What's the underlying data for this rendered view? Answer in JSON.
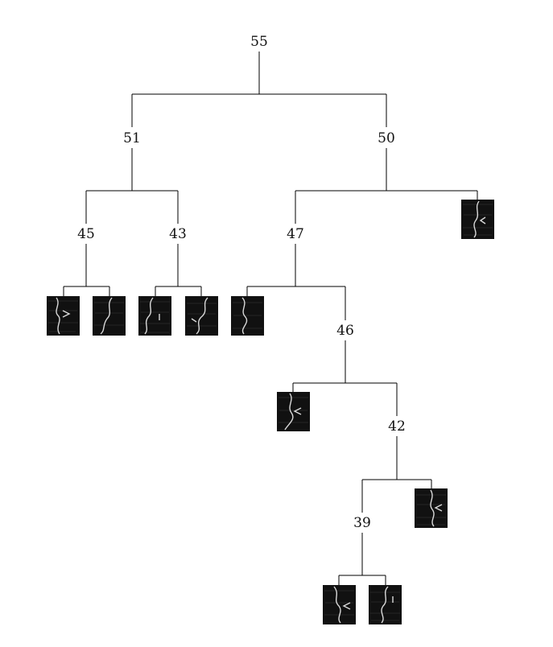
{
  "tree": {
    "id": "55",
    "children": [
      {
        "id": "51",
        "children": [
          {
            "id": "45",
            "children": [
              {
                "leaf": "image"
              },
              {
                "leaf": "image"
              }
            ]
          },
          {
            "id": "43",
            "children": [
              {
                "leaf": "image"
              },
              {
                "leaf": "image"
              }
            ]
          }
        ]
      },
      {
        "id": "50",
        "children": [
          {
            "id": "47",
            "children": [
              {
                "leaf": "image"
              },
              {
                "id": "46",
                "children": [
                  {
                    "leaf": "image"
                  },
                  {
                    "id": "42",
                    "children": [
                      {
                        "id": "39",
                        "children": [
                          {
                            "leaf": "image"
                          },
                          {
                            "leaf": "image"
                          }
                        ]
                      },
                      {
                        "leaf": "image"
                      }
                    ]
                  }
                ]
              }
            ]
          },
          {
            "leaf": "image"
          }
        ]
      }
    ]
  }
}
